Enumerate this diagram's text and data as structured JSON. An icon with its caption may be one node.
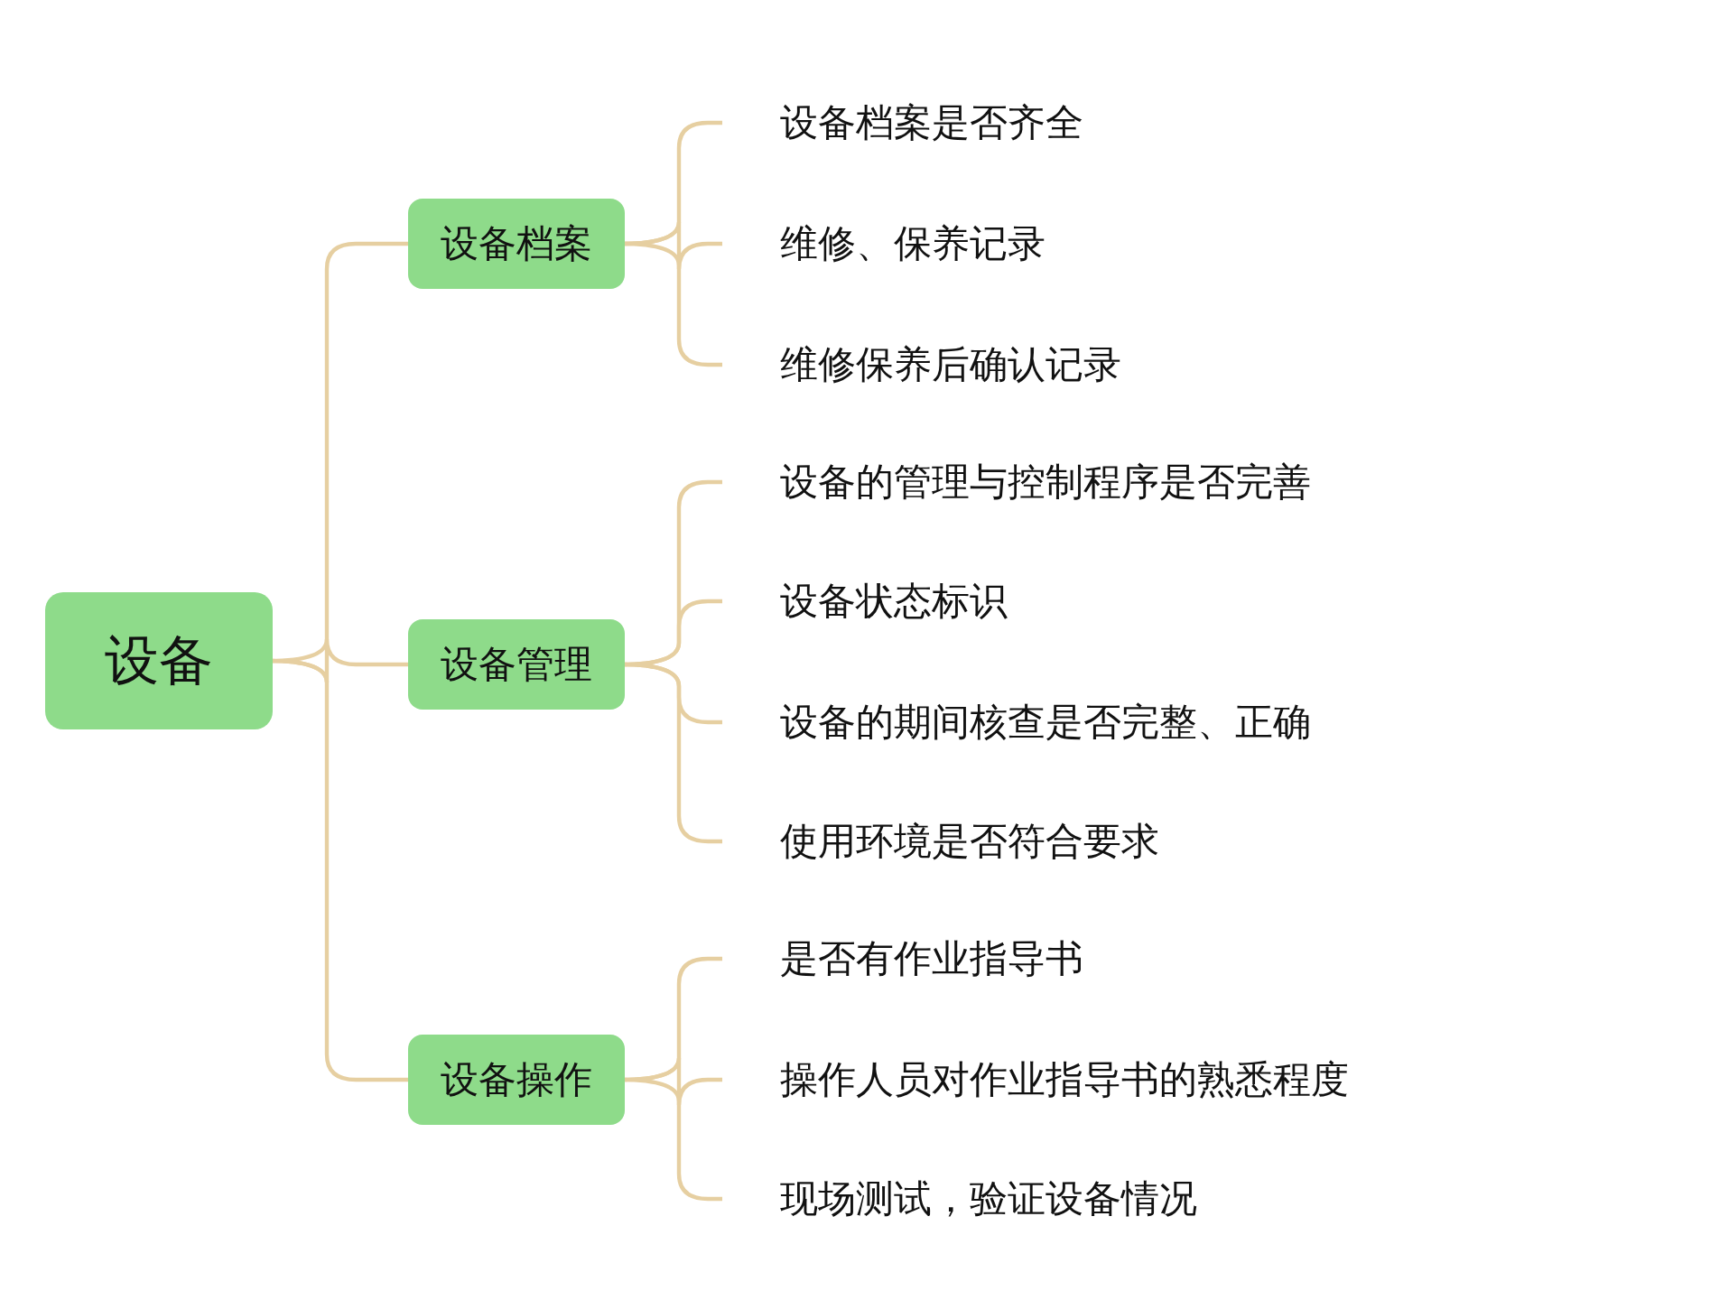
{
  "diagram": {
    "nodes": [
      {
        "text": [
          "设备"
        ]
      },
      {
        "text": [
          "设备档案"
        ]
      },
      {
        "text": [
          "设备档案是否齐全"
        ]
      },
      {
        "text": [
          "维修、保养记录"
        ]
      },
      {
        "text": [
          "维修保养后确认记录"
        ]
      },
      {
        "text": [
          "设备管理"
        ]
      },
      {
        "text": [
          "设备的管理与控制程序是否完善"
        ]
      },
      {
        "text": [
          "设备状态标识"
        ]
      },
      {
        "text": [
          "设备的期间核查是否完整、正确"
        ]
      },
      {
        "text": [
          "使用环境是否符合要求"
        ]
      },
      {
        "text": [
          "设备操作"
        ]
      },
      {
        "text": [
          "是否有作业指导书"
        ]
      },
      {
        "text": [
          "操作人员对作业指导书的熟悉程度"
        ]
      },
      {
        "text": [
          "现场测试，验证设备情况"
        ]
      }
    ],
    "edges": [
      {
        "from": 0,
        "to": 1,
        "arrow": "none"
      },
      {
        "from": 0,
        "to": 5,
        "arrow": "none"
      },
      {
        "from": 0,
        "to": 10,
        "arrow": "none"
      },
      {
        "from": 1,
        "to": 2,
        "arrow": "none"
      },
      {
        "from": 1,
        "to": 3,
        "arrow": "none"
      },
      {
        "from": 1,
        "to": 4,
        "arrow": "none"
      },
      {
        "from": 5,
        "to": 6,
        "arrow": "none"
      },
      {
        "from": 5,
        "to": 7,
        "arrow": "none"
      },
      {
        "from": 5,
        "to": 8,
        "arrow": "none"
      },
      {
        "from": 5,
        "to": 9,
        "arrow": "none"
      },
      {
        "from": 10,
        "to": 11,
        "arrow": "none"
      },
      {
        "from": 10,
        "to": 12,
        "arrow": "none"
      },
      {
        "from": 10,
        "to": 13,
        "arrow": "none"
      }
    ]
  }
}
